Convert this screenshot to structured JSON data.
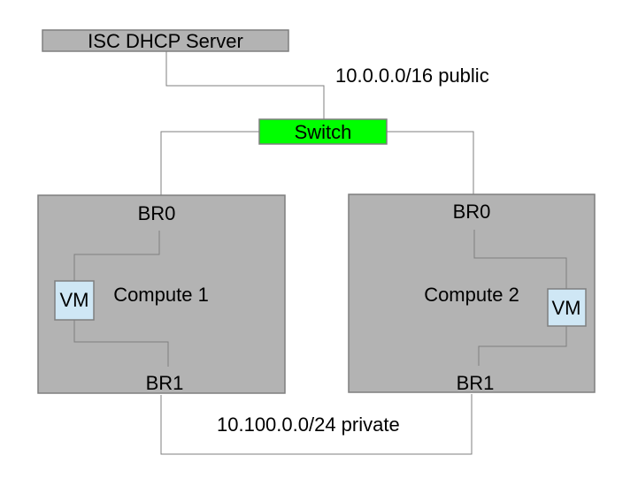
{
  "nodes": {
    "dhcp_server": {
      "label": "ISC DHCP Server",
      "fill": "#b3b3b3"
    },
    "switch": {
      "label": "Switch",
      "fill": "#00ff00"
    },
    "compute1": {
      "label": "Compute 1",
      "fill": "#b3b3b3"
    },
    "compute2": {
      "label": "Compute 2",
      "fill": "#b3b3b3"
    },
    "compute1_br0": {
      "label": "BR0"
    },
    "compute1_br1": {
      "label": "BR1"
    },
    "compute2_br0": {
      "label": "BR0"
    },
    "compute2_br1": {
      "label": "BR1"
    },
    "compute1_vm": {
      "label": "VM",
      "fill": "#cfe7f5"
    },
    "compute2_vm": {
      "label": "VM",
      "fill": "#cfe7f5"
    }
  },
  "networks": {
    "public": {
      "label": "10.0.0.0/16 public"
    },
    "private": {
      "label": "10.100.0.0/24 private"
    }
  },
  "colors": {
    "line": "#7f7f7f",
    "border": "#7f7f7f"
  }
}
